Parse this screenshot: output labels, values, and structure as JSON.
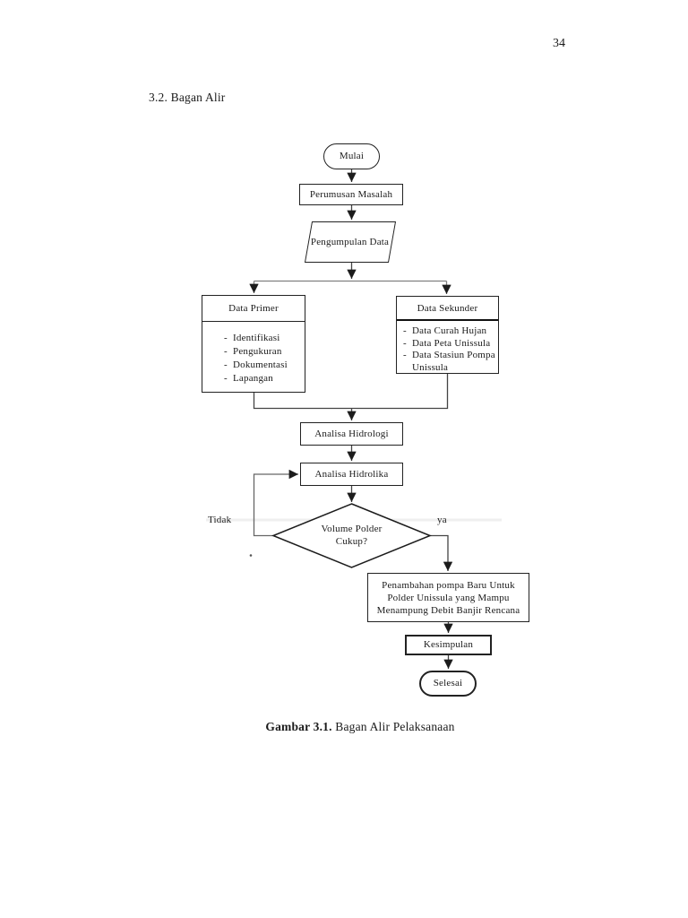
{
  "page": {
    "number": "34",
    "section_heading": "3.2. Bagan Alir",
    "caption_title": "Gambar 3.1.",
    "caption_text": " Bagan Alir Pelaksanaan"
  },
  "flowchart": {
    "bullet": "-",
    "start": "Mulai",
    "step_perumusan": "Perumusan Masalah",
    "step_pengumpulan": "Pengumpulan Data",
    "data_primer": {
      "title": "Data Primer",
      "items": [
        "Identifikasi",
        "Pengukuran",
        "Dokumentasi",
        "Lapangan"
      ]
    },
    "data_sekunder": {
      "title": "Data Sekunder",
      "items": [
        "Data Curah Hujan",
        "Data Peta Unissula",
        "Data Stasiun Pompa Unissula"
      ]
    },
    "step_hidrologi": "Analisa Hidrologi",
    "step_hidrolika": "Analisa Hidrolika",
    "decision": "Volume Polder Cukup?",
    "label_no": "Tidak",
    "label_yes": "ya",
    "step_penambahan": "Penambahan pompa Baru Untuk Polder Unissula yang Mampu Menampung Debit Banjir Rencana",
    "step_kesimpulan": "Kesimpulan",
    "end": "Selesai"
  },
  "colors": {
    "ink": "#1a1a1a",
    "connector": "#444444",
    "branch_connector": "#808080"
  }
}
